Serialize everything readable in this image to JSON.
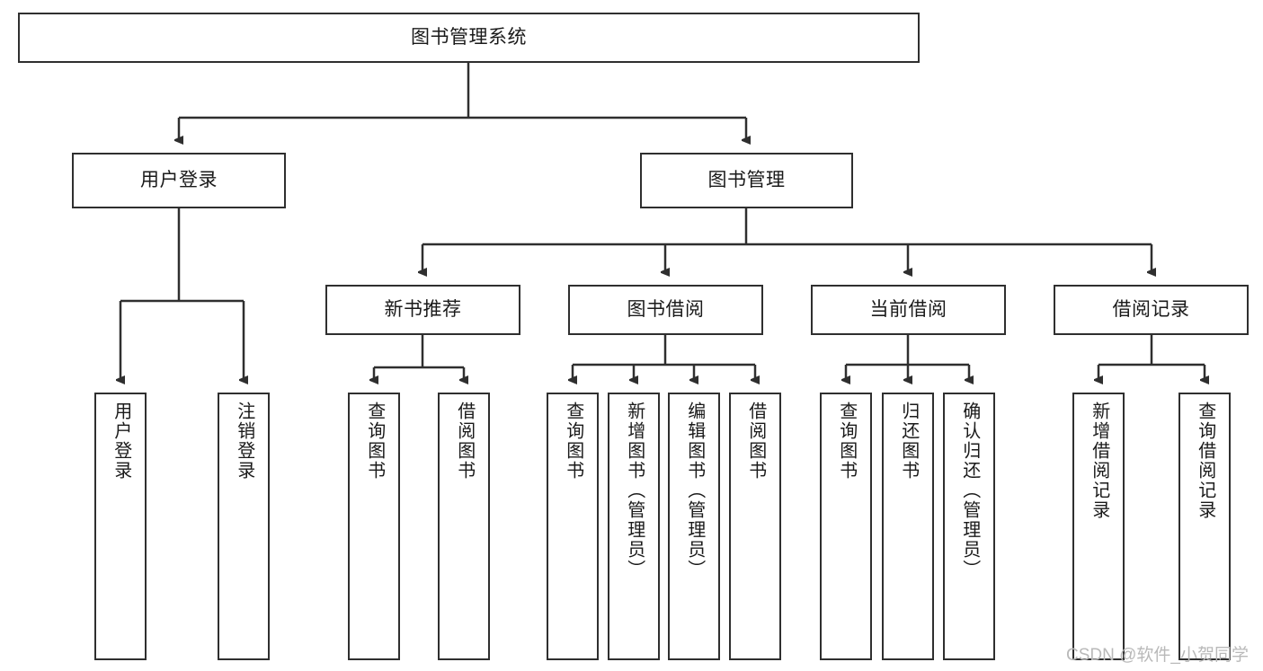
{
  "diagram": {
    "title": "图书管理系统",
    "type": "tree-hierarchy-chart",
    "orientation": "top-down",
    "colors": {
      "box_border": "#2f2f2f",
      "box_fill": "#ffffff",
      "edge": "#2f2f2f",
      "text": "#1a1a1a",
      "watermark": "#b9b9b9",
      "background": "#ffffff"
    },
    "nodes": {
      "root": {
        "label": "图书管理系统"
      },
      "level2": [
        {
          "label": "用户登录"
        },
        {
          "label": "图书管理"
        }
      ],
      "level3": [
        {
          "label": "新书推荐"
        },
        {
          "label": "图书借阅"
        },
        {
          "label": "当前借阅"
        },
        {
          "label": "借阅记录"
        }
      ],
      "leaves": {
        "user_login": [
          {
            "label": "用户登录"
          },
          {
            "label": "注销登录"
          }
        ],
        "new_book_recommend": [
          {
            "label": "查询图书"
          },
          {
            "label": "借阅图书"
          }
        ],
        "book_borrow": [
          {
            "label": "查询图书"
          },
          {
            "label": "新增图书（管理员）"
          },
          {
            "label": "编辑图书（管理员）"
          },
          {
            "label": "借阅图书"
          }
        ],
        "current_borrow": [
          {
            "label": "查询图书"
          },
          {
            "label": "归还图书"
          },
          {
            "label": "确认归还（管理员）"
          }
        ],
        "borrow_record": [
          {
            "label": "新增借阅记录"
          },
          {
            "label": "查询借阅记录"
          }
        ]
      }
    }
  },
  "watermark": {
    "text": "CSDN @软件_小贺同学"
  }
}
